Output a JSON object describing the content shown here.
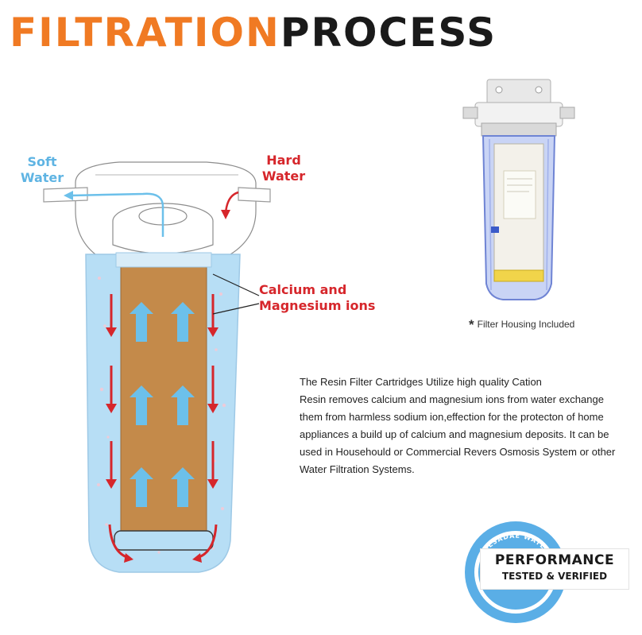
{
  "title": {
    "part1": "FILTRATION",
    "part2": "PROCESS"
  },
  "labels": {
    "soft_water": [
      "Soft",
      "Water"
    ],
    "hard_water": [
      "Hard",
      "Water"
    ],
    "ions": [
      "Calcium and",
      "Magnesium ions"
    ]
  },
  "product_caption": {
    "star": "*",
    "text": "Filter Housing Included"
  },
  "description": [
    "The  Resin  Filter Cartridges Utilize high quality Cation",
    "Resin removes calcium and magnesium ions from water exchange",
    "them from harmless sodium ion,effection for the protecton of home",
    "appliances a build up of calcium and magnesium deposits. It can be",
    "used in  Househould or Commercial Revers Osmosis System or other",
    "Water Filtration Systems."
  ],
  "seal": {
    "line1": "PERFORMANCE",
    "line2": "TESTED & VERIFIED",
    "ring_text": "FILSADAE WATER"
  },
  "colors": {
    "accent_orange": "#f07a23",
    "soft_blue": "#5fb4e3",
    "hard_red": "#d6262b",
    "resin": "#c48a4a",
    "water": "#b7def5",
    "seal_blue": "#5aaee6"
  }
}
